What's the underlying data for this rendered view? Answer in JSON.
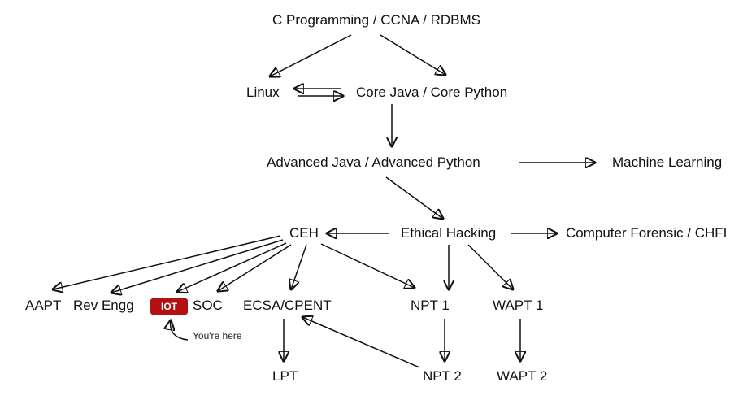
{
  "nodes": {
    "c_ccna": "C Programming / CCNA / RDBMS",
    "linux": "Linux",
    "core": "Core Java / Core Python",
    "advanced": "Advanced Java / Advanced Python",
    "ml": "Machine Learning",
    "ceh": "CEH",
    "ethical": "Ethical Hacking",
    "forensic": "Computer Forensic / CHFI",
    "aapt": "AAPT",
    "reveng": "Rev Engg",
    "iot": "IOT",
    "soc": "SOC",
    "ecsa": "ECSA/CPENT",
    "npt1": "NPT 1",
    "wapt1": "WAPT 1",
    "lpt": "LPT",
    "npt2": "NPT 2",
    "wapt2": "WAPT 2"
  },
  "annotation": {
    "label": "You're here",
    "target": "iot"
  },
  "colors": {
    "badge": "#b31111",
    "text": "#111111",
    "edge": "#111111"
  }
}
